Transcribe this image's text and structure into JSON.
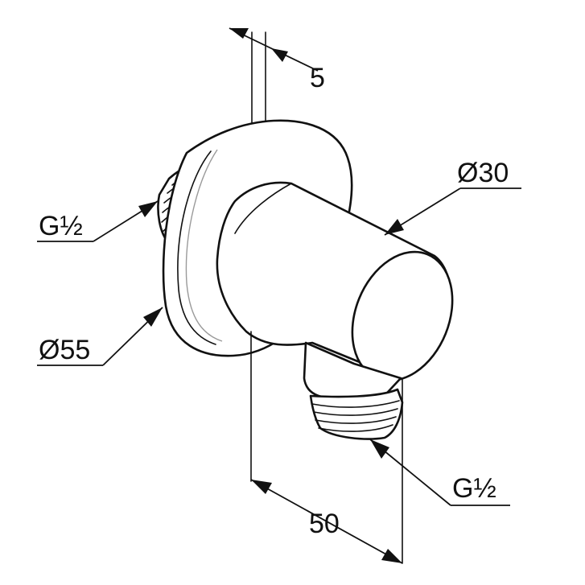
{
  "dimensions": {
    "flange_thickness": "5",
    "outlet_diameter": "Ø30",
    "inlet_thread": "G½",
    "flange_diameter": "Ø55",
    "outlet_thread": "G½",
    "overall_depth": "50"
  },
  "colors": {
    "line": "#111111",
    "background": "#ffffff",
    "hidden_line": "#9a9a9a"
  }
}
